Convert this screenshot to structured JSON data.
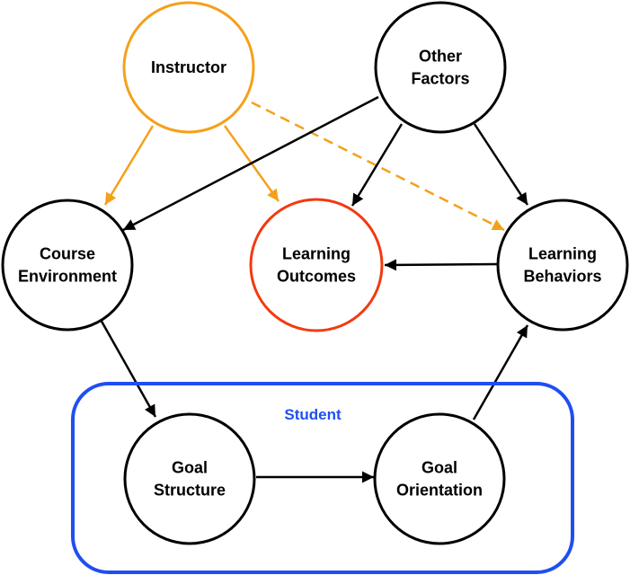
{
  "diagram": {
    "group": {
      "label": "Student",
      "color": "#1f4ff0"
    },
    "nodes": {
      "instructor": {
        "lines": [
          "Instructor"
        ],
        "color": "#f5a01a"
      },
      "other_factors": {
        "lines": [
          "Other",
          "Factors"
        ],
        "color": "#000000"
      },
      "course_environment": {
        "lines": [
          "Course",
          "Environment"
        ],
        "color": "#000000"
      },
      "learning_outcomes": {
        "lines": [
          "Learning",
          "Outcomes"
        ],
        "color": "#f23a0f"
      },
      "learning_behaviors": {
        "lines": [
          "Learning",
          "Behaviors"
        ],
        "color": "#000000"
      },
      "goal_structure": {
        "lines": [
          "Goal",
          "Structure"
        ],
        "color": "#000000"
      },
      "goal_orientation": {
        "lines": [
          "Goal",
          "Orientation"
        ],
        "color": "#000000"
      }
    },
    "edges": [
      {
        "from": "instructor",
        "to": "course_environment",
        "color": "#f5a01a",
        "style": "solid"
      },
      {
        "from": "instructor",
        "to": "learning_outcomes",
        "color": "#f5a01a",
        "style": "solid"
      },
      {
        "from": "instructor",
        "to": "learning_behaviors",
        "color": "#f5a01a",
        "style": "dashed"
      },
      {
        "from": "other_factors",
        "to": "course_environment",
        "color": "#000000",
        "style": "solid"
      },
      {
        "from": "other_factors",
        "to": "learning_outcomes",
        "color": "#000000",
        "style": "solid"
      },
      {
        "from": "other_factors",
        "to": "learning_behaviors",
        "color": "#000000",
        "style": "solid"
      },
      {
        "from": "learning_behaviors",
        "to": "learning_outcomes",
        "color": "#000000",
        "style": "solid"
      },
      {
        "from": "course_environment",
        "to": "goal_structure",
        "color": "#000000",
        "style": "solid"
      },
      {
        "from": "goal_structure",
        "to": "goal_orientation",
        "color": "#000000",
        "style": "solid"
      },
      {
        "from": "goal_orientation",
        "to": "learning_behaviors",
        "color": "#000000",
        "style": "solid"
      }
    ]
  }
}
